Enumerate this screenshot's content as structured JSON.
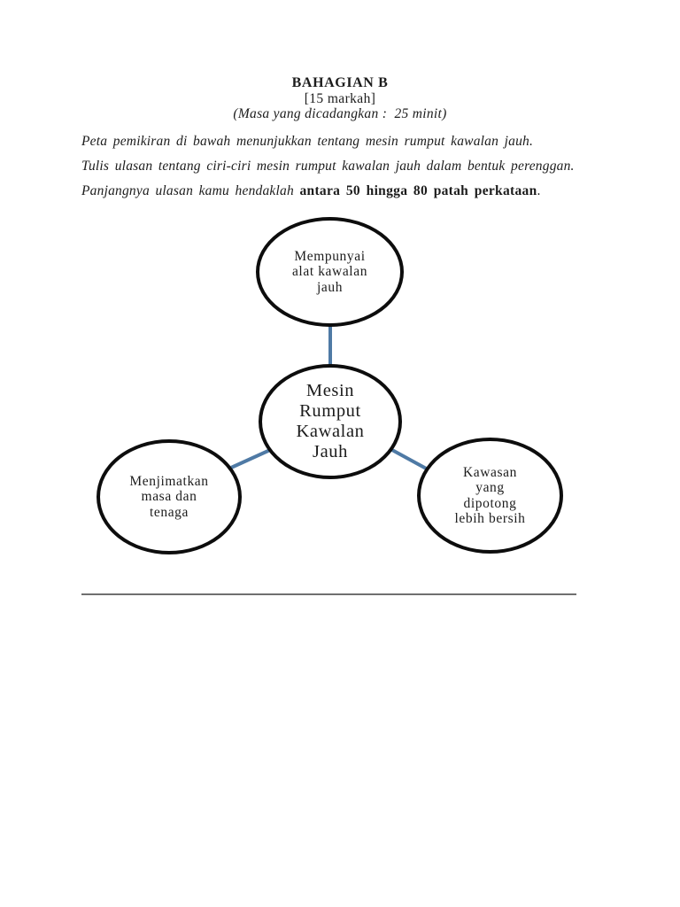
{
  "header": {
    "title": "BAHAGIAN B",
    "marks": "[15 markah]",
    "time_note": "(Masa yang dicadangkan :  25 minit)"
  },
  "instructions": {
    "line1": "Peta pemikiran di bawah menunjukkan tentang mesin rumput kawalan jauh.",
    "line2": "Tulis ulasan tentang ciri-ciri mesin rumput kawalan jauh dalam bentuk perenggan.",
    "line3_italic_part": "Panjangnya ulasan kamu hendaklah ",
    "line3_bold_part": "antara 50 hingga 80 patah perkataan",
    "line3_end": "."
  },
  "diagram": {
    "center_node": [
      "Mesin",
      "Rumput",
      "Kawalan",
      "Jauh"
    ],
    "top_node": [
      "Mempunyai",
      "alat kawalan",
      "jauh"
    ],
    "left_node": [
      "Menjimatkan",
      "masa dan",
      "tenaga"
    ],
    "right_node": [
      "Kawasan",
      "yang",
      "dipotong",
      "lebih bersih"
    ]
  },
  "colors": {
    "connector": "#4f7aa5",
    "circle_border": "#0d0d0d",
    "divider": "#6f6f6f"
  }
}
